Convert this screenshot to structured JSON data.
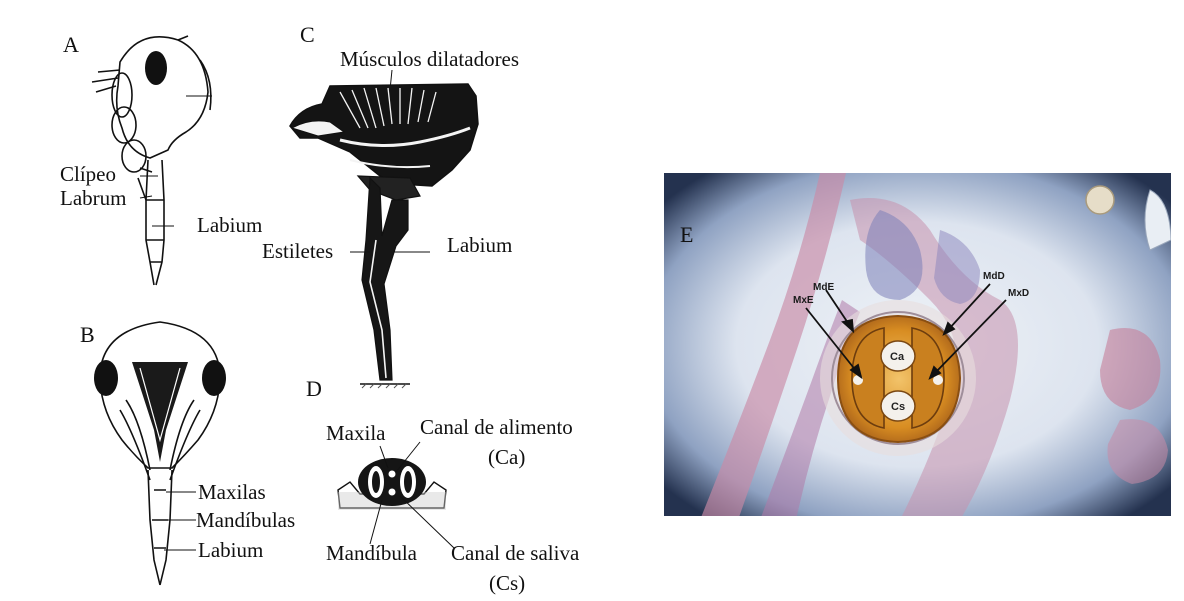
{
  "panels": {
    "A": {
      "letter": "A",
      "labels": {
        "clipeo": "Clípeo",
        "labrum": "Labrum",
        "labium": "Labium"
      }
    },
    "B": {
      "letter": "B",
      "labels": {
        "maxilas": "Maxilas",
        "mandibulas": "Mandíbulas",
        "labium": "Labium"
      }
    },
    "C": {
      "letter": "C",
      "labels": {
        "musculos": "Músculos dilatadores",
        "estiletes": "Estiletes",
        "labium": "Labium"
      }
    },
    "D": {
      "letter": "D",
      "labels": {
        "maxila": "Maxila",
        "canal_alimento": "Canal de alimento",
        "ca": "(Ca)",
        "mandibula": "Mandíbula",
        "canal_saliva": "Canal de saliva",
        "cs": "(Cs)"
      }
    },
    "E": {
      "letter": "E",
      "labels": {
        "mde": "MdE",
        "mdd": "MdD",
        "mxe": "MxE",
        "mxd": "MxD",
        "ca": "Ca",
        "cs": "Cs"
      }
    }
  },
  "colors": {
    "ink": "#111111",
    "stain_pink": "#c98aa6",
    "stain_blue": "#7b7fb8",
    "cuticle_gold": "#d8952e",
    "photo_bg": "#dfe6f0"
  }
}
